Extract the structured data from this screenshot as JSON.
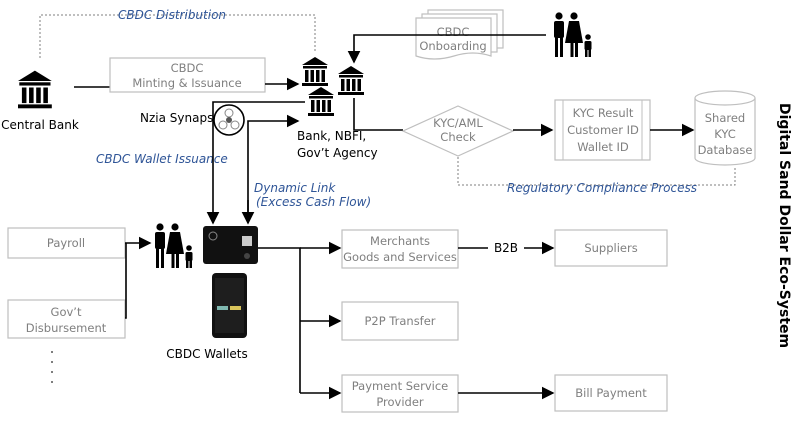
{
  "title": "Digital Sand Dollar Eco-System",
  "labels": {
    "cbdc_distribution": "CBDC Distribution",
    "central_bank": "Central Bank",
    "nzia_synapse": "Nzia Synapse",
    "bank_line1": "Bank, NBFI,",
    "bank_line2": "Gov’t Agency",
    "cbdc_wallet_issuance": "CBDC Wallet Issuance",
    "dynamic_link": "Dynamic Link",
    "excess_cash_flow": "(Excess Cash Flow)",
    "regulatory_compliance": "Regulatory Compliance Process",
    "cbdc_wallets": "CBDC Wallets",
    "b2b": "B2B"
  },
  "boxes": {
    "minting": [
      "CBDC",
      "Minting & Issuance"
    ],
    "onboarding": [
      "CBDC",
      "Onboarding"
    ],
    "kyc_check": [
      "KYC/AML",
      "Check"
    ],
    "kyc_result": [
      "KYC Result",
      "Customer ID",
      "Wallet ID"
    ],
    "database": [
      "Shared",
      "KYC",
      "Database"
    ],
    "payroll": [
      "Payroll"
    ],
    "gov_disbursement": [
      "Gov’t",
      "Disbursement"
    ],
    "merchants": [
      "Merchants",
      "Goods and Services"
    ],
    "p2p": [
      "P2P Transfer"
    ],
    "psp": [
      "Payment Service",
      "Provider"
    ],
    "suppliers": [
      "Suppliers"
    ],
    "bill_payment": [
      "Bill Payment"
    ]
  },
  "colors": {
    "accent_text": "#2f5597",
    "box_border": "#bfbfbf",
    "box_text": "#7f7f7f"
  }
}
